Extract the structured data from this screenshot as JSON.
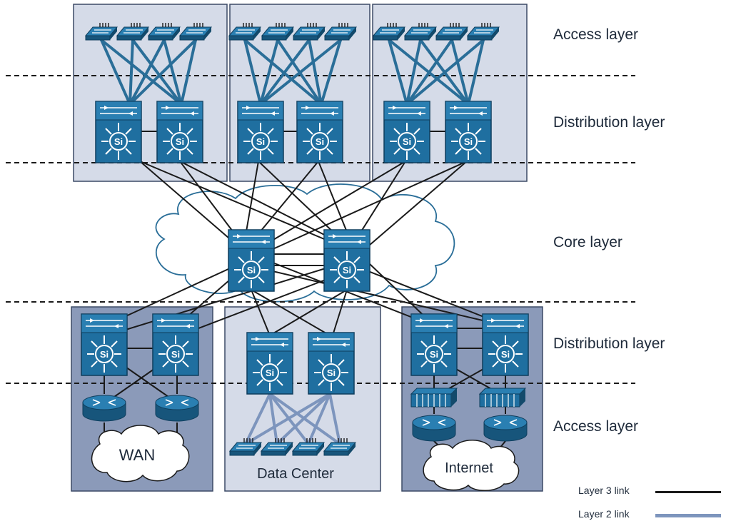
{
  "layer_labels": {
    "access_top": "Access layer",
    "distribution_top": "Distribution layer",
    "core": "Core layer",
    "distribution_bottom": "Distribution layer",
    "access_bottom": "Access layer"
  },
  "blocks": {
    "wan": "WAN",
    "data_center": "Data Center",
    "internet": "Internet"
  },
  "switch_label": "Si",
  "legend": {
    "layer3": "Layer 3 link",
    "layer2": "Layer 2 link"
  },
  "colors": {
    "device_blue": "#1f6fa0",
    "device_dark": "#17557b",
    "panel_light": "#d5dbe8",
    "panel_dark": "#8b9ab9",
    "layer3_link": "#1a1a1a",
    "layer2_link": "#7d95bd",
    "access_uplink": "#2a6e98"
  }
}
